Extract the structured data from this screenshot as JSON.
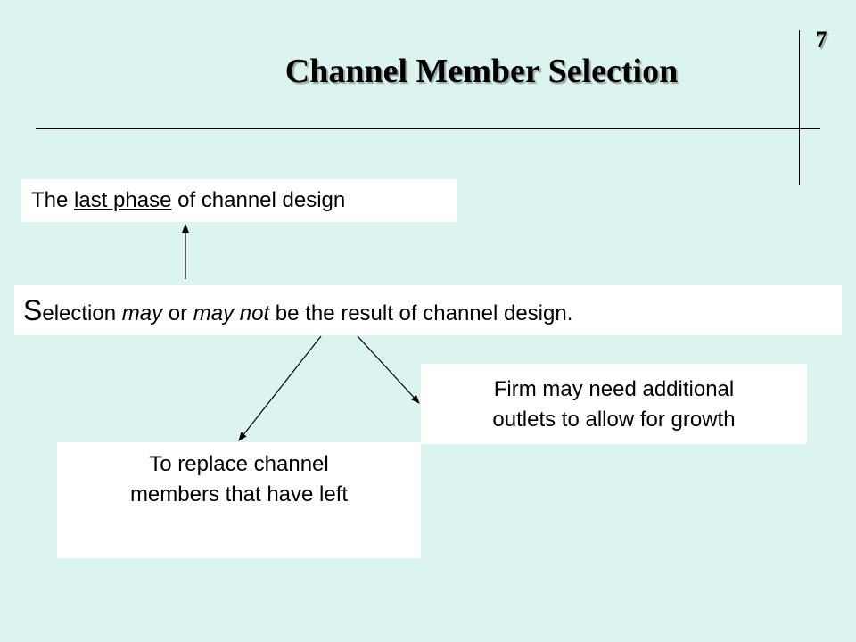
{
  "slide": {
    "title": "Channel Member Selection",
    "number": "7"
  },
  "boxes": {
    "last_phase": {
      "before": "The ",
      "underlined": "last phase",
      "after": " of channel design"
    },
    "selection": {
      "first_letter": "S",
      "part1": "election ",
      "may": "may",
      "part2": " or ",
      "may_not": "may not",
      "part3": " be the result of channel design."
    },
    "growth": {
      "line1": "Firm may need additional",
      "line2": "outlets to allow for growth"
    },
    "replace": {
      "line1": "To replace channel",
      "line2": "members that have left"
    }
  }
}
